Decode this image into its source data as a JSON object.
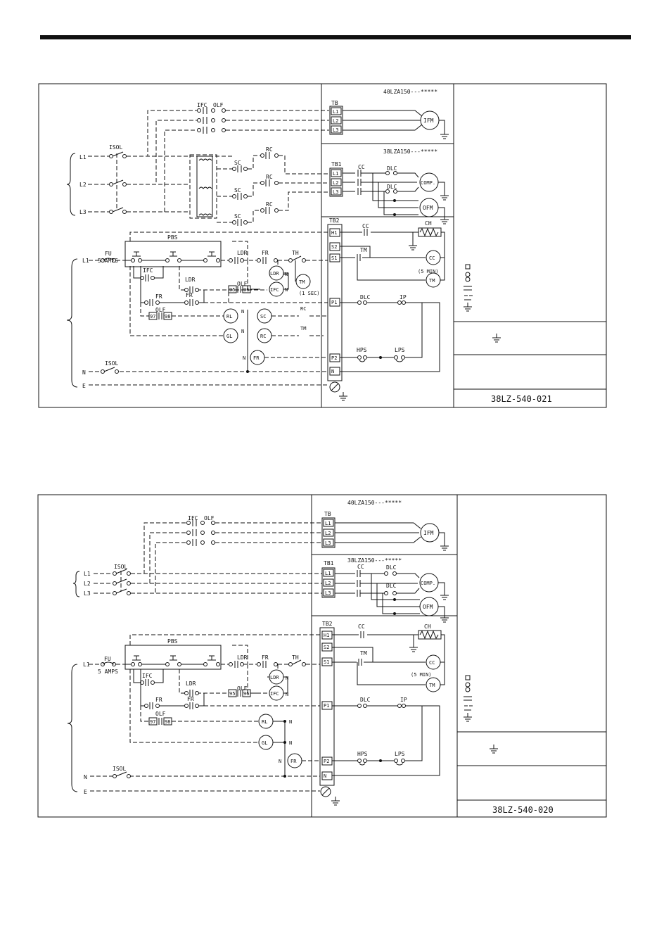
{
  "diagrams": [
    {
      "panel_title": "40LZA150---*****",
      "section_title": "38LZA150---*****",
      "drawing_number": "38LZ-540-021",
      "lines": [
        "L1",
        "L2",
        "L3"
      ],
      "fuse": [
        "FU",
        "5 AMPS"
      ],
      "isol": "ISOL",
      "tb": "TB",
      "tb1": "TB1",
      "tb2": "TB2",
      "tb2_terminals": [
        "H1",
        "S2",
        "S1",
        "P1",
        "P2",
        "N"
      ],
      "motors": [
        "IFM",
        "COMP.",
        "OFM",
        "CC",
        "TM"
      ],
      "time_note": "(5 MIN)",
      "relay_labels": [
        "SC",
        "RC"
      ],
      "ctrl_coils": [
        "LDR",
        "TM",
        "IFC",
        "RL",
        "SC",
        "GL",
        "RC",
        "FR"
      ],
      "sec_note": "(1 SEC)"
    },
    {
      "panel_title": "40LZA150---*****",
      "section_title": "38LZA150---*****",
      "drawing_number": "38LZ-540-020",
      "lines": [
        "L1",
        "L2",
        "L3"
      ],
      "fuse": [
        "FU",
        "5 AMPS"
      ],
      "isol": "ISOL",
      "tb": "TB",
      "tb1": "TB1",
      "tb2": "TB2",
      "tb2_terminals": [
        "H1",
        "S2",
        "S1",
        "P1",
        "P2",
        "N"
      ],
      "motors": [
        "IFM",
        "COMP.",
        "OFM",
        "CC",
        "TM"
      ],
      "time_note": "(5 MIN)",
      "ctrl_coils": [
        "LDR",
        "IFC",
        "RL",
        "GL",
        "FR"
      ]
    }
  ],
  "labels": {
    "ifc": "IFC",
    "olf": "OLF",
    "cc": "CC",
    "dlc": "DLC",
    "ch": "CH",
    "tm": "TM",
    "pbs": "PBS",
    "ldr": "LDR",
    "fr": "FR",
    "th": "TH",
    "ip": "IP",
    "hps": "HPS",
    "lps": "LPS",
    "n": "N",
    "e": "E",
    "rc": "RC",
    "sc": "SC",
    "t95": "95",
    "t96": "96",
    "t97": "97",
    "t98": "98"
  }
}
